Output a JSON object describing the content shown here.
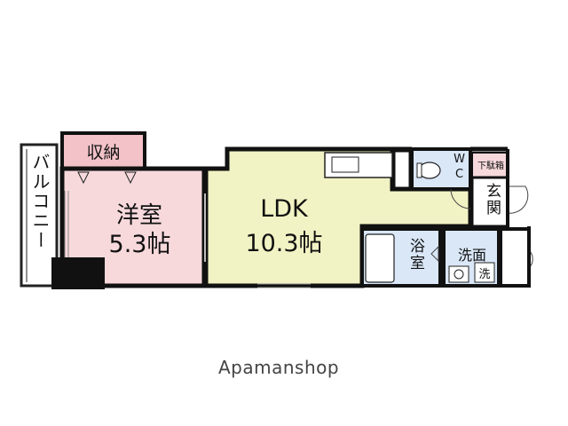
{
  "rooms": {
    "balcony": "バルコニー",
    "storage": "収納",
    "western_room": {
      "name": "洋室",
      "size": "5.3帖"
    },
    "ldk": {
      "name": "LDK",
      "size": "10.3帖"
    },
    "wc": "WC",
    "shoe_box": "下駄箱",
    "entrance": "玄関",
    "bathroom": "浴室",
    "washroom": "洗面",
    "washer": "洗"
  },
  "watermark": "Apamanshop",
  "colors": {
    "western_room": "#f7d9dc",
    "storage": "#f2c2c8",
    "ldk": "#f2f3c4",
    "wet_area": "#d9e7f7",
    "wall": "#111111"
  }
}
